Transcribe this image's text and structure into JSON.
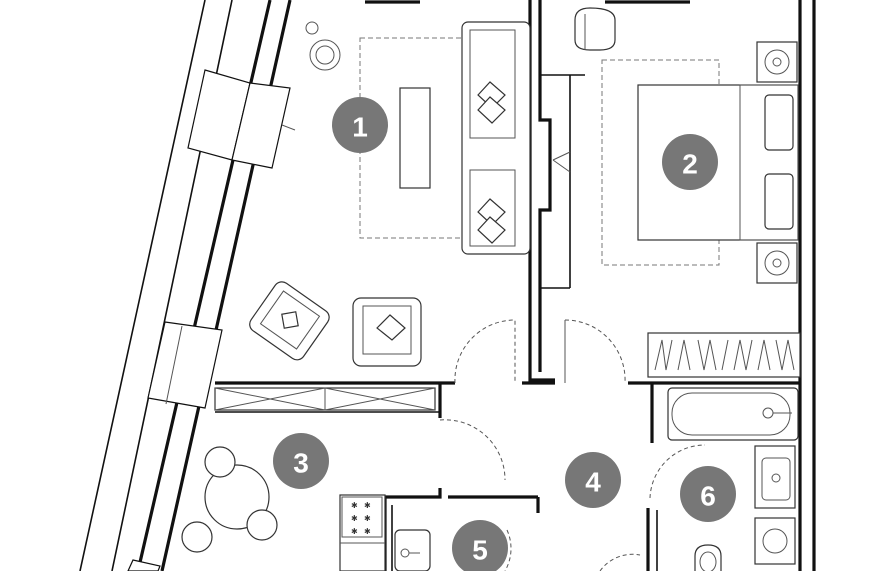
{
  "rooms": [
    {
      "number": "1"
    },
    {
      "number": "2"
    },
    {
      "number": "3"
    },
    {
      "number": "4"
    },
    {
      "number": "5"
    },
    {
      "number": "6"
    }
  ],
  "colors": {
    "badge": "#777777",
    "badge_text": "#ffffff",
    "wall": "#111111",
    "background": "#ffffff"
  }
}
